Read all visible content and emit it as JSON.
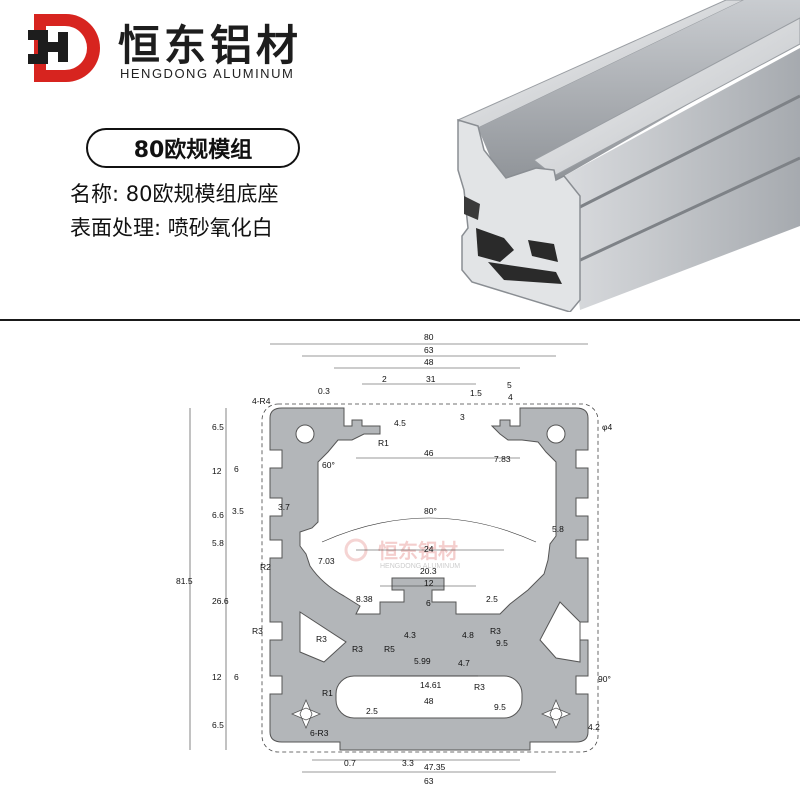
{
  "brand": {
    "name_cn": "恒东铝材",
    "name_en": "HENGDONG ALUMINUM",
    "logo_letter": "HD",
    "colors": {
      "red": "#d7241f",
      "dark": "#1d1d1d"
    }
  },
  "product": {
    "title": "80欧规模组",
    "name_line": "名称: 80欧规模组底座",
    "surface_line": "表面处理: 喷砂氧化白"
  },
  "drawing": {
    "watermark_cn": "恒东铝材",
    "watermark_en": "HENGDONG ALUMINUM",
    "dims": {
      "d80": "80",
      "d63": "63",
      "d48": "48",
      "d31": "31",
      "d2": "2",
      "d0_3": "0.3",
      "d1_5": "1.5",
      "d5": "5",
      "d4": "4",
      "d3": "3",
      "d4_5": "4.5",
      "r4": "4-R4",
      "phi4": "φ4",
      "r1": "R1",
      "d6_5": "6.5",
      "a60": "60°",
      "d46": "46",
      "d7_83": "7.83",
      "d12": "12",
      "d6": "6",
      "d6_6": "6.6",
      "d3_5": "3.5",
      "d3_7": "3.7",
      "d5_8": "5.8",
      "a80": "80°",
      "d81_5": "81.5",
      "d24": "24",
      "d7_03": "7.03",
      "d20_3": "20.3",
      "r2": "R2",
      "d8_38": "8.38",
      "d2_5": "2.5",
      "d26_6": "26.6",
      "r3": "R3",
      "d4_3": "4.3",
      "d4_8": "4.8",
      "d9_5": "9.5",
      "r5": "R5",
      "d5_99": "5.99",
      "d4_7": "4.7",
      "d14_61": "14.61",
      "a90": "90°",
      "r6_3": "6-R3",
      "d0_7": "0.7",
      "d3_3": "3.3",
      "d47_35": "47.35",
      "d4_2": "4.2"
    }
  }
}
